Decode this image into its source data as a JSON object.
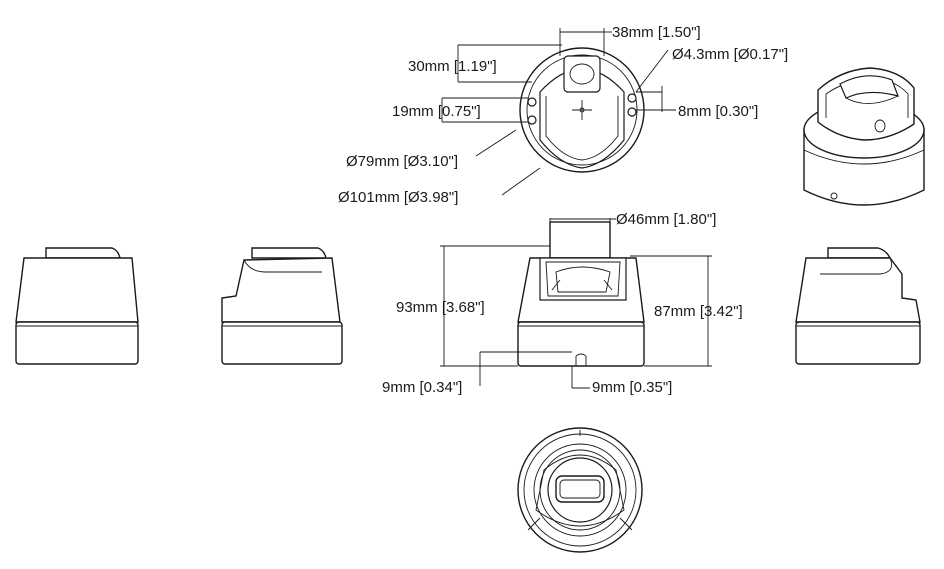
{
  "dimensions": {
    "top_width": "38mm [1.50\"]",
    "top_depth": "30mm [1.19\"]",
    "hole_diameter": "Ø4.3mm [Ø0.17\"]",
    "side_offset": "19mm [0.75\"]",
    "hole_offset": "8mm [0.30\"]",
    "inner_diameter": "Ø79mm [Ø3.10\"]",
    "outer_diameter": "Ø101mm [Ø3.98\"]",
    "lens_diameter": "Ø46mm [1.80\"]",
    "total_height": "93mm [3.68\"]",
    "body_height": "87mm [3.42\"]",
    "slot_left": "9mm [0.34\"]",
    "slot_right": "9mm [0.35\"]"
  }
}
